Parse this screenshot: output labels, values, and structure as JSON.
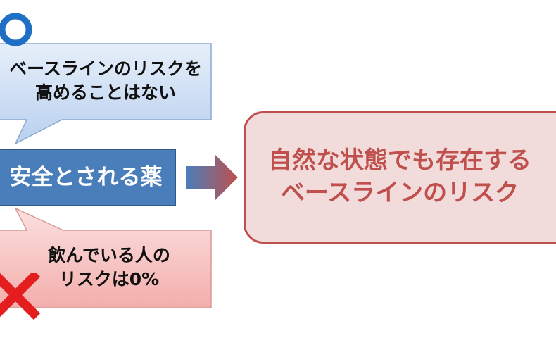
{
  "bubble_correct": {
    "lines": [
      "ベースラインのリスクを",
      "高めることはない"
    ],
    "verdict_icon": "circle-correct-icon"
  },
  "drug_box": {
    "label": "安全とされる薬"
  },
  "bubble_wrong": {
    "lines": [
      "飲んでいる人の",
      "リスクは0%"
    ],
    "verdict_icon": "cross-wrong-icon"
  },
  "risk_box": {
    "lines": [
      "自然な状態でも存在する",
      "ベースラインのリスク"
    ]
  },
  "colors": {
    "bubble_correct_fill": "#cfe0f5",
    "bubble_correct_border": "#8aa9d2",
    "drug_box_fill": "#4a7ebb",
    "bubble_wrong_fill": "#f8c9c8",
    "bubble_wrong_border": "#d89a98",
    "risk_box_fill": "#f2dcdb",
    "risk_box_border": "#c0504d",
    "circle_mark": "#1f6fc4",
    "cross_mark": "#e41e1e"
  }
}
